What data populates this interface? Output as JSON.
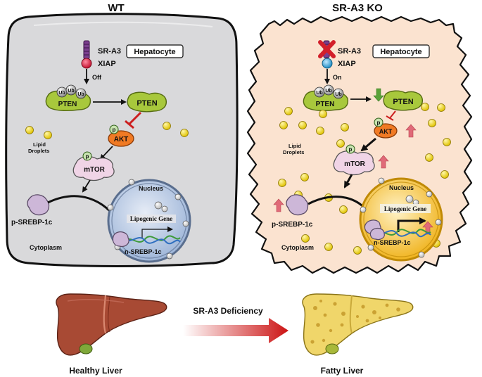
{
  "panels": {
    "wt": {
      "title": "WT",
      "cell_label": "Hepatocyte",
      "receptor": "SR-A3",
      "xiap": "XIAP",
      "switch_state": "Off",
      "pten": "PTEN",
      "akt": "AKT",
      "mtor": "mTOR",
      "lipid_line1": "Lipid",
      "lipid_line2": "Droplets",
      "nucleus": "Nucleus",
      "gene": "Lipogenic Gene",
      "p_srebp": "p-SREBP-1c",
      "n_srebp": "n-SREBP-1c",
      "cytoplasm": "Cytoplasm"
    },
    "ko": {
      "title": "SR-A3 KO",
      "cell_label": "Hepatocyte",
      "receptor": "SR-A3",
      "xiap": "XIAP",
      "switch_state": "On",
      "pten": "PTEN",
      "akt": "AKT",
      "mtor": "mTOR",
      "lipid_line1": "Lipid",
      "lipid_line2": "Droplets",
      "nucleus": "Nucleus",
      "gene": "Lipogenic Gene",
      "p_srebp": "p-SREBP-1c",
      "n_srebp": "n-SREBP-1c",
      "cytoplasm": "Cytoplasm"
    }
  },
  "badges": {
    "ubiquitin": "Ub",
    "phospho": "p"
  },
  "bottom": {
    "deficiency": "SR-A3 Deficiency",
    "healthy": "Healthy Liver",
    "fatty": "Fatty Liver"
  },
  "colors": {
    "wt_cell_fill": "#d9d9db",
    "ko_cell_fill": "#fbe3d0",
    "pten_green": "#a8c83c",
    "akt_orange": "#f07a24",
    "mtor_pink": "#f0d4e6",
    "lipid_yellow": "#f2dc1c",
    "up_arrow": "#e06a78",
    "down_arrow": "#5aa23a",
    "inhibit_red": "#cc1f1f",
    "xiap_wt": "#cf1f3f",
    "xiap_ko": "#3aa6d8",
    "healthy_liver": "#a84a34",
    "fatty_liver": "#f0d66a"
  }
}
